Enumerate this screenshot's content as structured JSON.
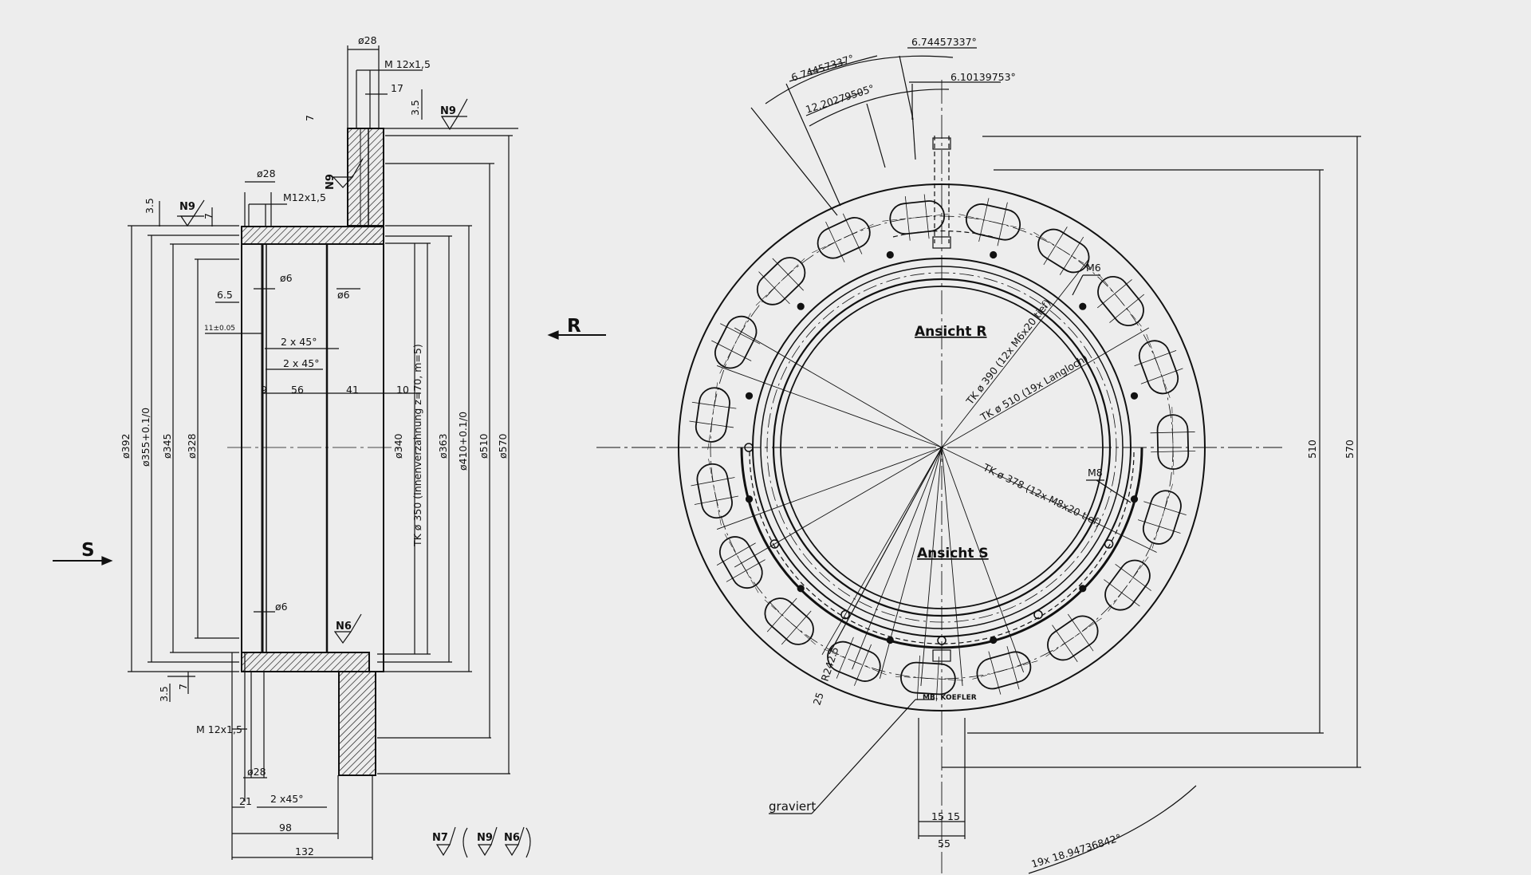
{
  "drawing": {
    "view_r_label": "Ansicht R",
    "view_s_label": "Ansicht S",
    "arrow_r": "R",
    "arrow_s": "S",
    "engraved_label": "graviert",
    "engraving_text": "MB. KOEFLER",
    "surface_n9": "N9",
    "surface_n6": "N6",
    "surface_n7": "N7",
    "angles": {
      "a1": "6.74457337°",
      "a2": "6.74457337°",
      "a3": "12.20279505°",
      "a4": "6.10139753°",
      "pitch": "19x 18.94736842°"
    },
    "circles": {
      "tk390": "TK ø 390 (12x M6x20 tief)",
      "tk510": "TK ø 510 (19x Langloch)",
      "tk378": "TK ø 378 (12x M8x20 tief)",
      "m6": "M6",
      "m8": "M8",
      "r2425": "R242.5",
      "r25": "25"
    },
    "section_dims": {
      "d28_top": "ø28",
      "m12_top": "M 12x1,5",
      "d17": "17",
      "d3_5_top": "3.5",
      "d7_top": "7",
      "d28_mid": "ø28",
      "m12_mid": "M12x1,5",
      "d3_5_left": "3.5",
      "d7_mid": "7",
      "phi6_a": "ø6",
      "phi6_b": "ø6",
      "phi6_c": "ø6",
      "d6_5": "6.5",
      "tol11": "11±0.05",
      "chamfer1": "2 x 45°",
      "chamfer2": "2 x 45°",
      "chamfer3": "2 x45°",
      "w9": "9",
      "w56": "56",
      "w41": "41",
      "w10": "10",
      "dia392": "ø392",
      "dia355": "ø355+0.1/0",
      "dia345": "ø345",
      "dia328": "ø328",
      "dia340": "ø340",
      "tk350": "TK ø 350 (Innenverzahnung z=70, m=5)",
      "dia363": "ø363",
      "dia410": "ø410+0.1/0",
      "dia510": "ø510",
      "dia570": "ø570",
      "d3_5_bot": "3.5",
      "d7_bot": "7",
      "m12_bot": "M 12x1,5",
      "d28_bot": "ø28",
      "d21": "21",
      "d98": "98",
      "d132": "132"
    },
    "front_dims": {
      "h510": "510",
      "h570": "570",
      "w15a": "15",
      "w15b": "15",
      "w55": "55"
    }
  }
}
